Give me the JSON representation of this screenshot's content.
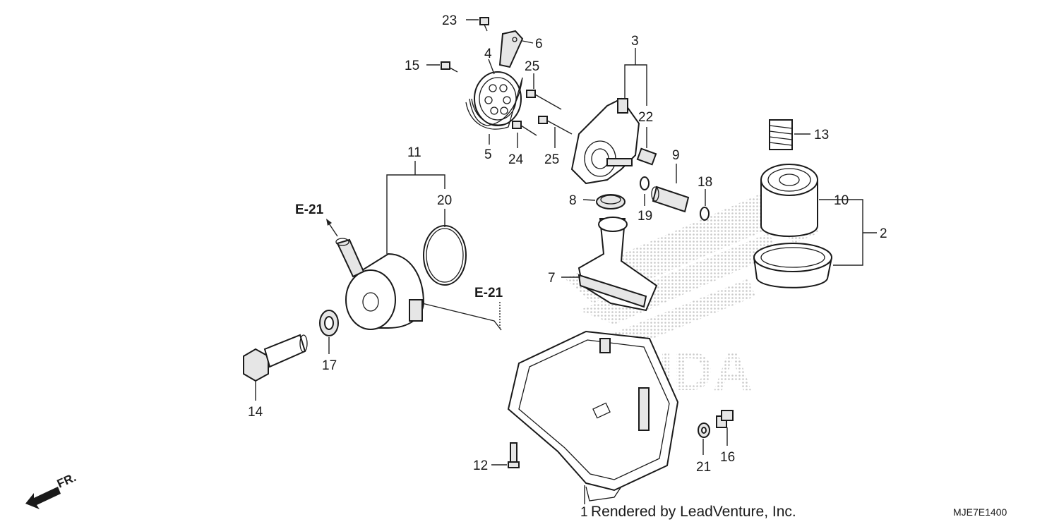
{
  "diagram": {
    "callouts": {
      "p1": "1",
      "p2": "2",
      "p3": "3",
      "p4": "4",
      "p5": "5",
      "p6": "6",
      "p7": "7",
      "p8": "8",
      "p9": "9",
      "p10": "10",
      "p11": "11",
      "p12": "12",
      "p13": "13",
      "p14": "14",
      "p15": "15",
      "p16": "16",
      "p17": "17",
      "p18": "18",
      "p19": "19",
      "p20": "20",
      "p21": "21",
      "p22": "22",
      "p23": "23",
      "p24": "24",
      "p25a": "25",
      "p25b": "25"
    },
    "references": {
      "e21_left": "E-21",
      "e21_right": "E-21"
    },
    "direction_label": "FR.",
    "credit": "Rendered by LeadVenture, Inc.",
    "diagram_code": "MJE7E1400",
    "watermark": "HONDA",
    "colors": {
      "line": "#1a1a1a",
      "watermark": "#cfcfcf",
      "background": "#ffffff"
    }
  }
}
